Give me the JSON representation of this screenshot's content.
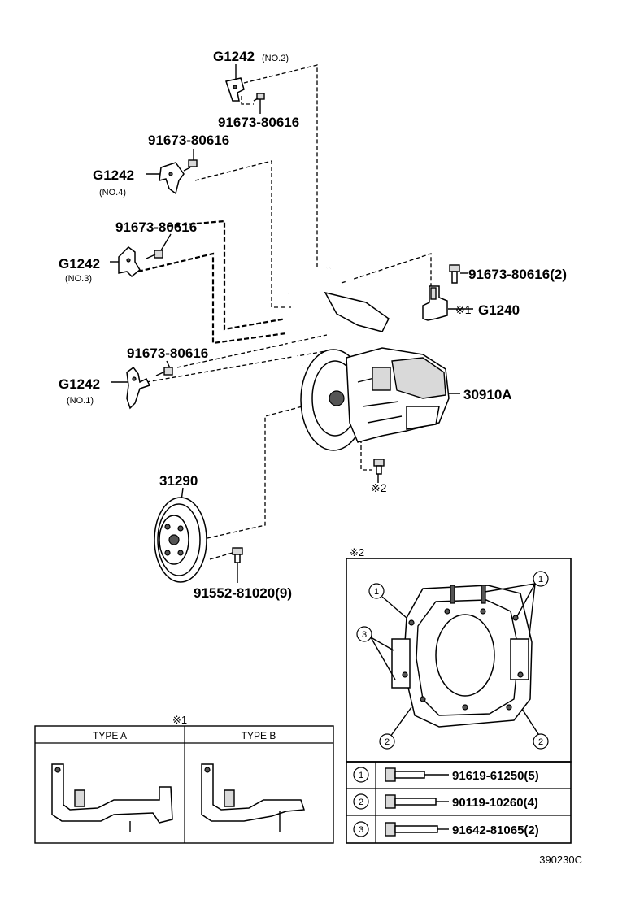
{
  "callouts": {
    "g1242_no2": {
      "code": "G1242",
      "note": "(NO.2)"
    },
    "bolt_no2": "91673-80616",
    "bolt_no4": "91673-80616",
    "g1242_no4": {
      "code": "G1242",
      "note": "(NO.4)"
    },
    "bolt_no3": "91673-80616",
    "g1242_no3": {
      "code": "G1242",
      "note": "(NO.3)"
    },
    "bolt_no1": "91673-80616",
    "g1242_no1": {
      "code": "G1242",
      "note": "(NO.1)"
    },
    "bolt_g1240": "91673-80616(2)",
    "g1240": {
      "mark": "※1",
      "code": "G1240"
    },
    "transaxle": "30910A",
    "mark2": "※2",
    "flywheel": "31290",
    "flywheel_bolt": "91552-81020(9)"
  },
  "type_panel": {
    "mark": "※1",
    "headers": [
      "TYPE A",
      "TYPE B"
    ]
  },
  "detail_panel": {
    "mark": "※2",
    "markers": [
      "1",
      "2",
      "3"
    ],
    "bolts": [
      {
        "key": "1",
        "part": "91619-61250(5)"
      },
      {
        "key": "2",
        "part": "90119-10260(4)"
      },
      {
        "key": "3",
        "part": "91642-81065(2)"
      }
    ]
  },
  "figure_id": "390230C"
}
